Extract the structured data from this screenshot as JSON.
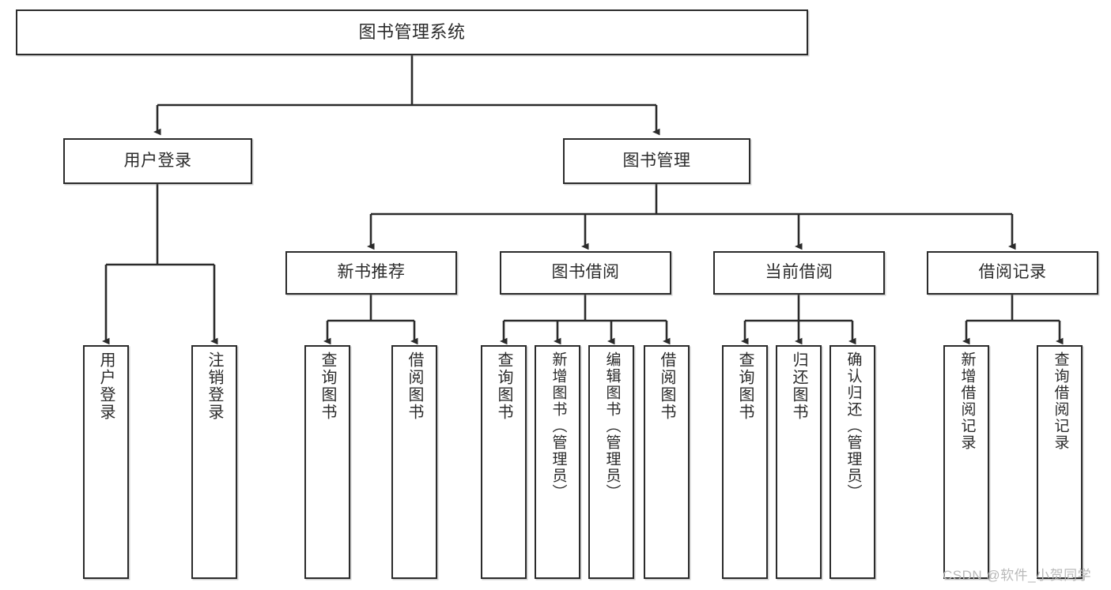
{
  "diagram": {
    "title_box": {
      "label": "图书管理系统"
    },
    "level2": [
      {
        "label": "用户登录"
      },
      {
        "label": "图书管理"
      }
    ],
    "level3": [
      {
        "label": "新书推荐"
      },
      {
        "label": "图书借阅"
      },
      {
        "label": "当前借阅"
      },
      {
        "label": "借阅记录"
      }
    ],
    "leaves": {
      "user_login_group": [
        {
          "label": "用户登录"
        },
        {
          "label": "注销登录"
        }
      ],
      "new_book_group": [
        {
          "label": "查询图书"
        },
        {
          "label": "借阅图书"
        }
      ],
      "borrow_group": [
        {
          "label": "查询图书"
        },
        {
          "label": "新增图书（管理员）"
        },
        {
          "label": "编辑图书（管理员）"
        },
        {
          "label": "借阅图书"
        }
      ],
      "current_group": [
        {
          "label": "查询图书"
        },
        {
          "label": "归还图书"
        },
        {
          "label": "确认归还（管理员）"
        }
      ],
      "record_group": [
        {
          "label": "新增借阅记录"
        },
        {
          "label": "查询借阅记录"
        }
      ]
    }
  },
  "watermark": {
    "text": "CSDN @软件_小贺同学"
  },
  "colors": {
    "stroke": "#2b2b2b",
    "fill": "#ffffff",
    "text": "#2b2b2b",
    "watermark": "#b9b9b9"
  }
}
